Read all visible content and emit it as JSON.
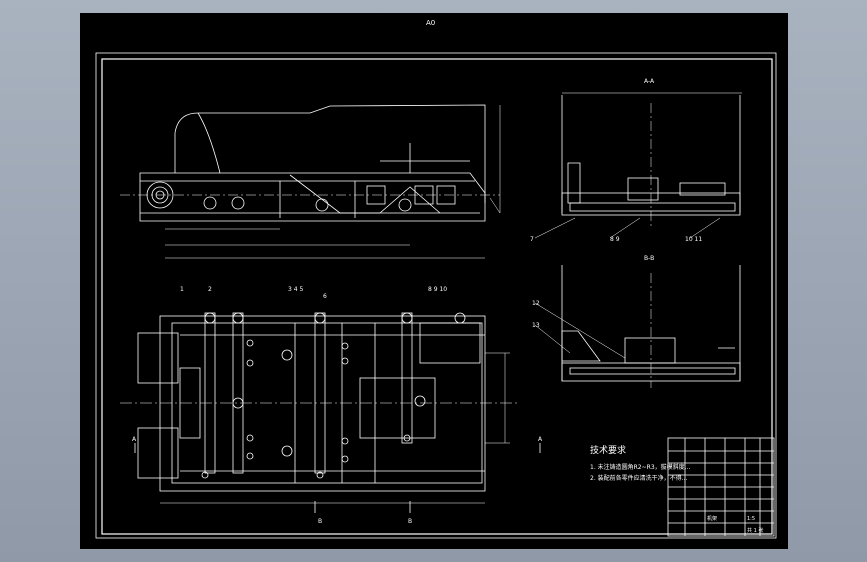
{
  "drawing": {
    "sheet_label": "A0",
    "section_a_label": "A-A",
    "section_b_label": "B-B",
    "callouts_top": [
      "1",
      "2",
      "3 4 5",
      "6",
      "8 9 10"
    ],
    "callouts_right": [
      "7",
      "8 9",
      "10 11",
      "12",
      "13"
    ],
    "section_markers": [
      "A",
      "A",
      "B",
      "B"
    ],
    "tech_title": "技术要求",
    "tech_notes": [
      "1. 未注铸造圆角R2~R3，拔模斜度...",
      "2. 装配前各零件应清洗干净，不得..."
    ],
    "title_block": {
      "drawing_name": "机架",
      "scale": "1:5",
      "sheet": "共 1 张"
    }
  },
  "colors": {
    "background": "#000000",
    "line": "#ffffff",
    "frame": "#ffffff"
  }
}
